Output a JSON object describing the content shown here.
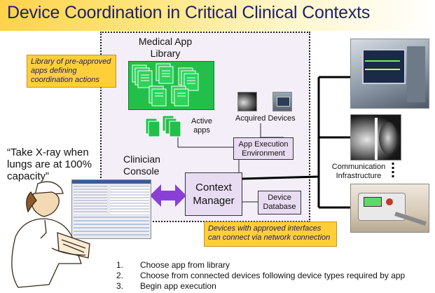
{
  "title": "Device Coordination in Critical Clinical Contexts",
  "callouts": {
    "library": [
      "Library of pre-approved",
      "apps defining",
      "coordination actions"
    ],
    "devices": [
      "Devices with approved interfaces",
      "can connect via network connection"
    ]
  },
  "labels": {
    "medical_app_library": [
      "Medical App",
      "Library"
    ],
    "active_apps": [
      "Active",
      "apps"
    ],
    "acquired_devices": "Acquired Devices",
    "app_execution_env": [
      "App Execution",
      "Environment"
    ],
    "clinician_console": [
      "Clinician",
      "Console"
    ],
    "context_manager": [
      "Context",
      "Manager"
    ],
    "device_database": [
      "Device",
      "Database"
    ],
    "communication_infra": [
      "Communication",
      "Infrastructure"
    ]
  },
  "quote": [
    "“Take X-ray when",
    "lungs are at 100%",
    "capacity”"
  ],
  "steps": [
    {
      "num": "1.",
      "text": "Choose app from library"
    },
    {
      "num": "2.",
      "text": "Choose from connected devices following device types required by app"
    },
    {
      "num": "3.",
      "text": "Begin app execution"
    }
  ],
  "colors": {
    "title_text": "#1f1f6e",
    "callout_bg": "#ffcf3a",
    "box_fill": "#e8dcf2",
    "app_green": "#22c04a",
    "arrow_purple": "#8a3fd6"
  }
}
